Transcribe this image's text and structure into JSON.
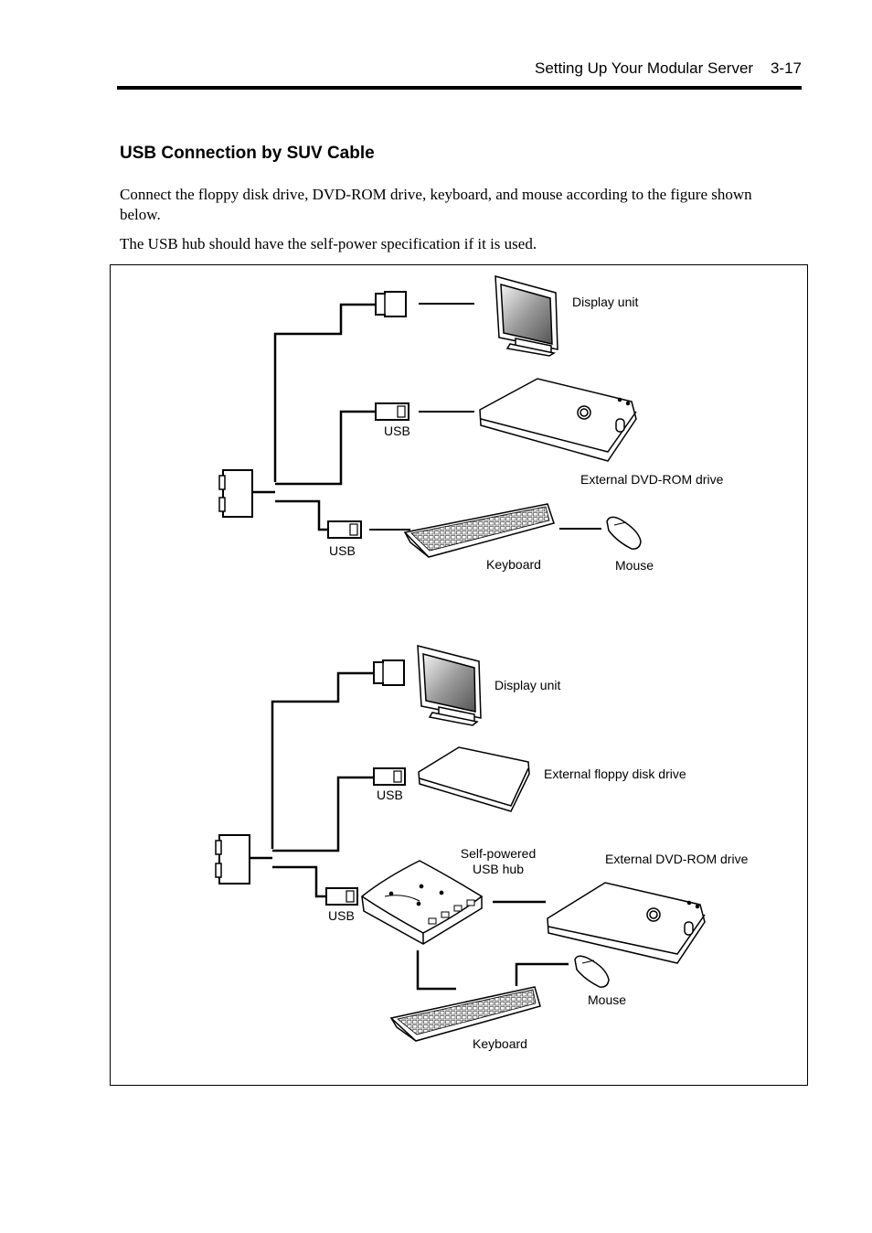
{
  "header": {
    "title": "Setting Up Your Modular Server    3-17"
  },
  "section": {
    "title": "USB Connection by SUV Cable"
  },
  "body": {
    "paragraph1": "Connect the floppy disk drive, DVD-ROM drive, keyboard, and mouse according to the figure shown below.",
    "paragraph2": "The USB hub should have the self-power specification if it is used."
  },
  "figure": {
    "top": {
      "display_unit": "Display unit",
      "dvd_drive": "External DVD-ROM drive",
      "keyboard": "Keyboard",
      "mouse": "Mouse",
      "usb_1": "USB",
      "usb_2": "USB"
    },
    "bottom": {
      "display_unit": "Display unit",
      "floppy_drive": "External floppy disk drive",
      "hub_line1": "Self-powered",
      "hub_line2": "USB hub",
      "dvd_drive": "External DVD-ROM drive",
      "mouse": "Mouse",
      "keyboard": "Keyboard",
      "usb_1": "USB",
      "usb_2": "USB"
    }
  }
}
